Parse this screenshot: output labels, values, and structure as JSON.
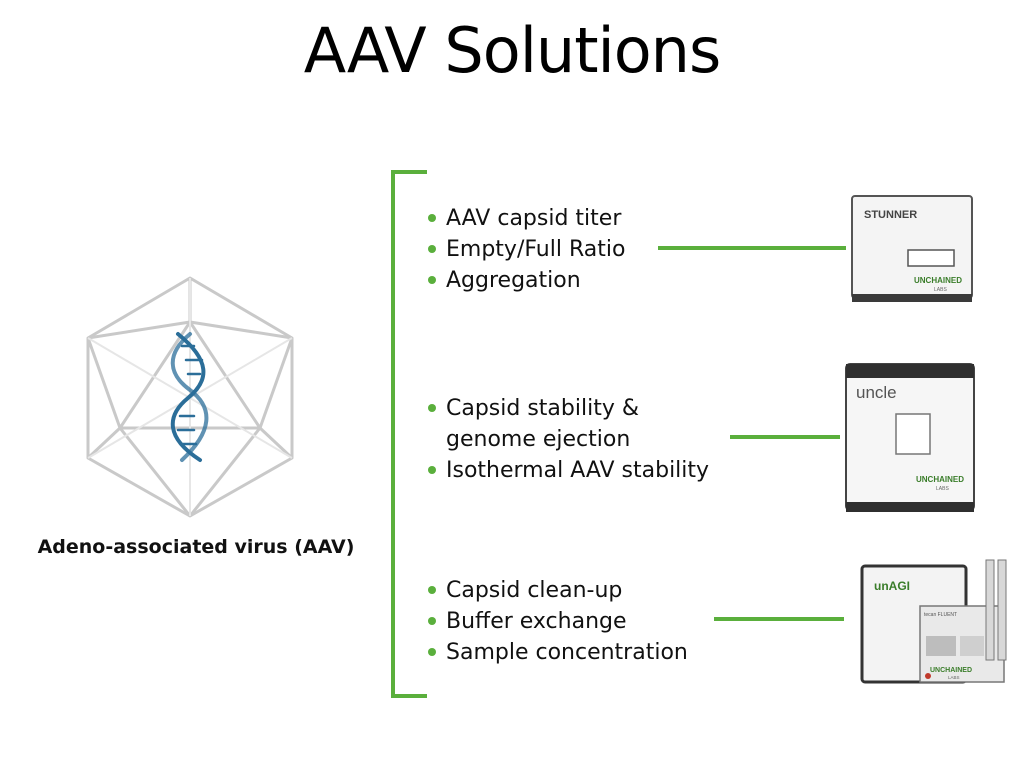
{
  "title": "AAV Solutions",
  "virus_label": "Adeno-associated virus (AAV)",
  "accent_color": "#5aaf3c",
  "groups": [
    {
      "bullets": [
        "AAV capsid titer",
        "Empty/Full Ratio",
        "Aggregation"
      ],
      "instrument_brand": "STUNNER",
      "logo": "UNCHAINED",
      "logo_sub": "LABS"
    },
    {
      "bullets": [
        "Capsid stability &",
        "genome ejection",
        "Isothermal AAV stability"
      ],
      "instrument_brand": "uncle",
      "logo": "UNCHAINED",
      "logo_sub": "LABS"
    },
    {
      "bullets": [
        "Capsid clean-up",
        "Buffer exchange",
        "Sample concentration"
      ],
      "instrument_brand": "unAGI",
      "logo": "UNCHAINED",
      "logo_sub": "LABS",
      "robot_label": "tecan FLUENT"
    }
  ]
}
